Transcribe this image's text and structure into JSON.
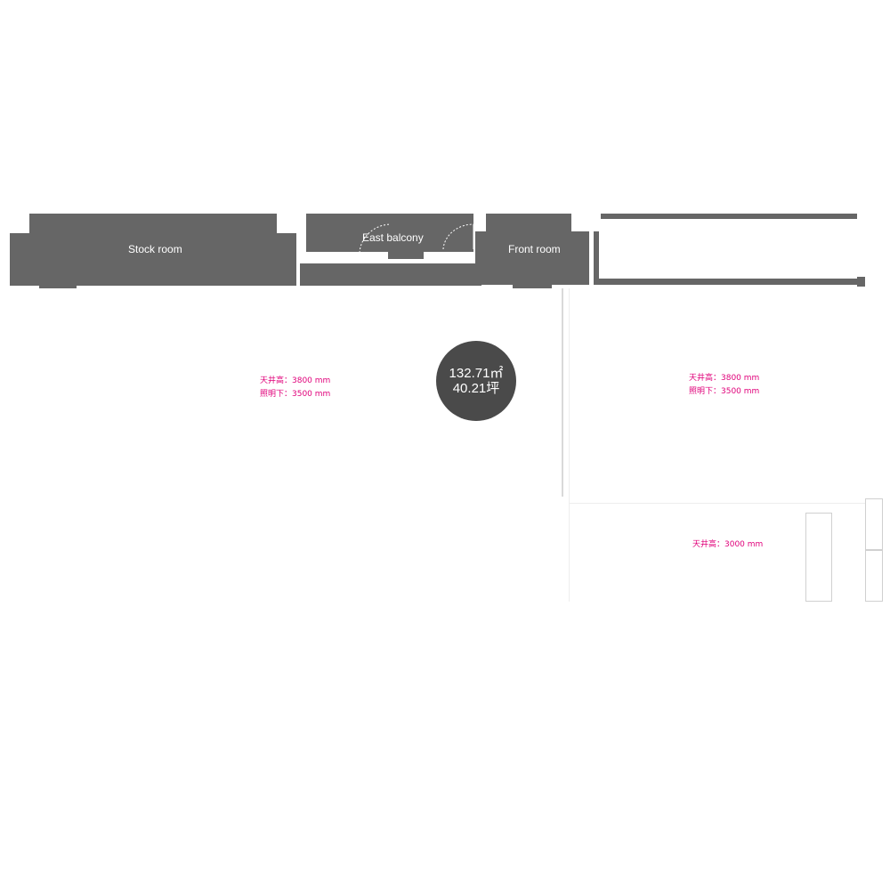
{
  "colors": {
    "wall": "#666666",
    "circle": "#4a4a4a",
    "label": "#ffffff",
    "note": "#e0007a"
  },
  "rooms": {
    "stock_room": "Stock room",
    "east_balcony": "East balcony",
    "front_room": "Front room"
  },
  "area": {
    "m2": "132.71㎡",
    "tsubo": "40.21坪"
  },
  "notes": {
    "left": {
      "ceiling": "天井高：3800 mm",
      "lighting": "照明下：3500 mm"
    },
    "right_top": {
      "ceiling": "天井高：3800 mm",
      "lighting": "照明下：3500 mm"
    },
    "right_bottom": {
      "ceiling": "天井高：3000 mm"
    }
  }
}
